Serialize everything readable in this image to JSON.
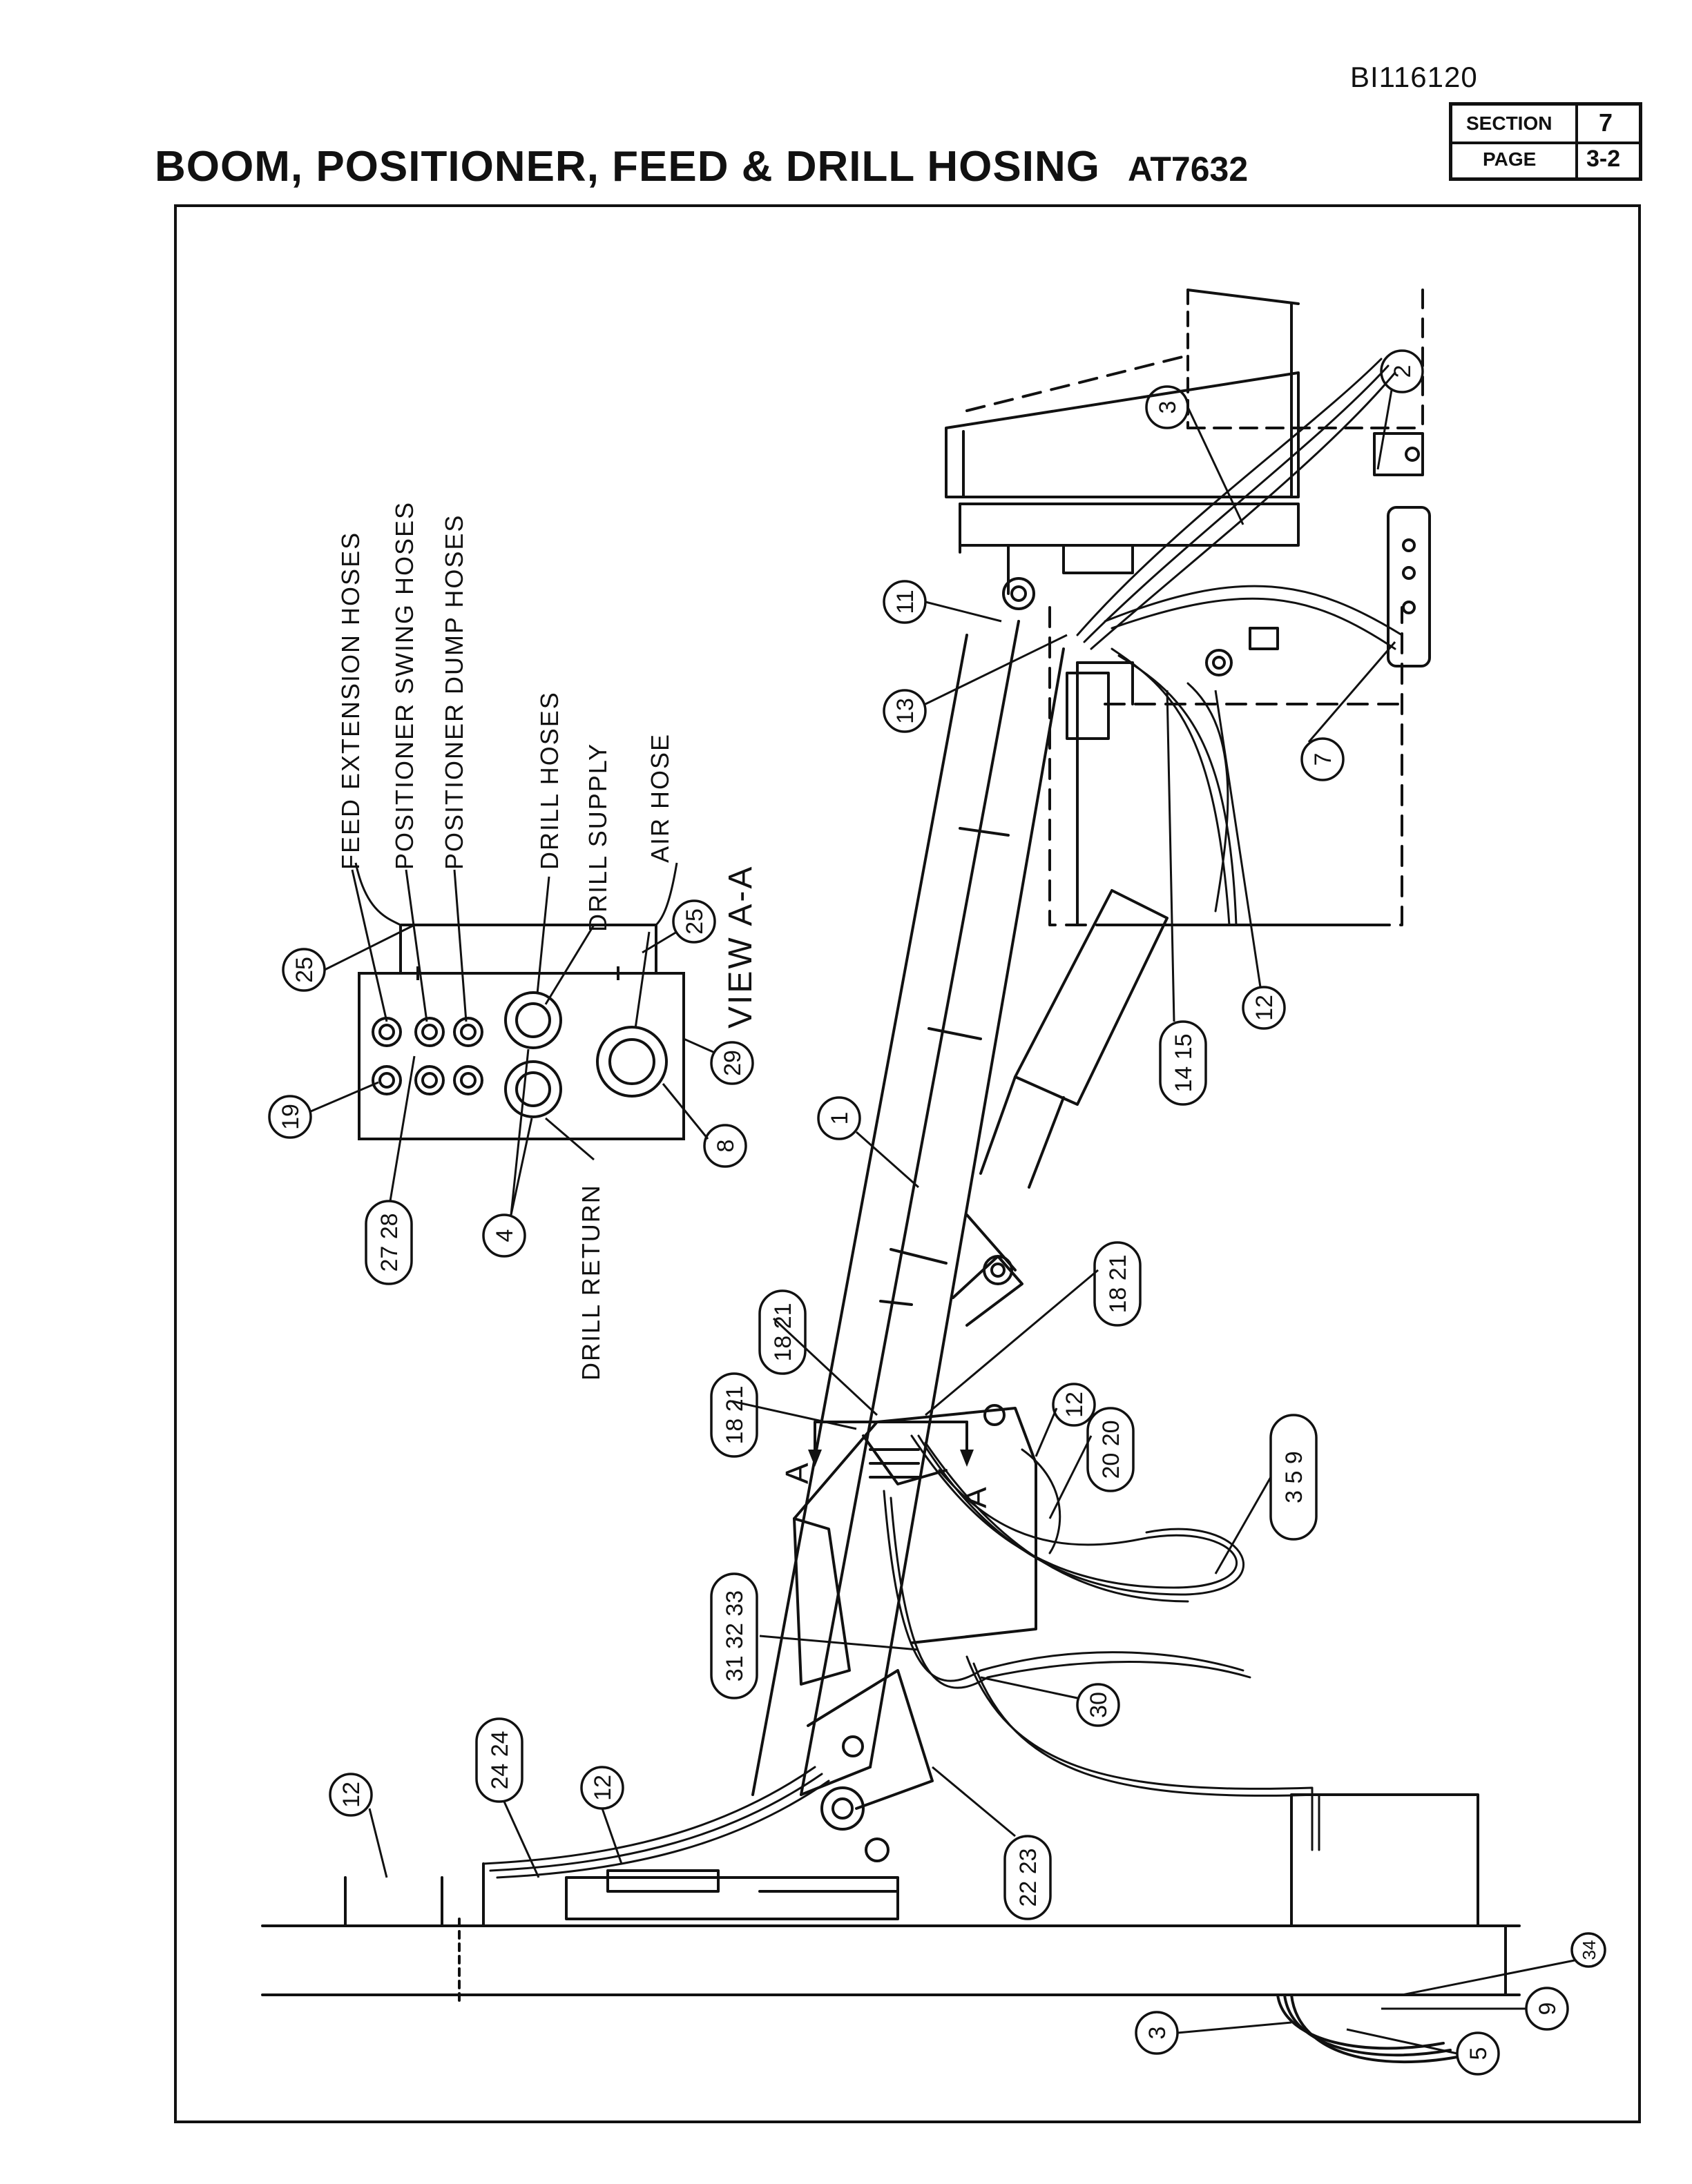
{
  "doc_id": "BI116120",
  "title": "BOOM, POSITIONER, FEED & DRILL HOSING",
  "part_number": "AT7632",
  "section_box": {
    "section_label": "SECTION",
    "section_value": "7",
    "page_label": "PAGE",
    "page_value": "3-2"
  },
  "view_label": "VIEW A-A",
  "section_marker": "A",
  "hose_labels": {
    "feed_extension": "FEED EXTENSION HOSES",
    "positioner_swing": "POSITIONER SWING HOSES",
    "positioner_dump": "POSITIONER DUMP HOSES",
    "drill_hoses": "DRILL HOSES",
    "drill_supply": "DRILL SUPPLY",
    "air_hose": "AIR HOSE",
    "drill_return": "DRILL RETURN"
  },
  "callouts": {
    "c2": "2",
    "c3a": "3",
    "c11": "11",
    "c13": "13",
    "c7": "7",
    "c12a": "12",
    "c14_15": "14 15",
    "c1": "1",
    "c18_21a": "18 21",
    "c18_21b": "18 21",
    "c18_21c": "18 21",
    "c12b": "12",
    "c20_20": "20 20",
    "c3_5_9": "3 5 9",
    "c31_33": "31 32 33",
    "c30": "30",
    "c22_23": "22 23",
    "c24": "24 24",
    "c12c": "12",
    "c12d": "12",
    "c34": "34",
    "c9": "9",
    "c5": "5",
    "c3b": "3",
    "c25a": "25",
    "c25b": "25",
    "c19": "19",
    "c27_28": "27 28",
    "c4": "4",
    "c8": "8",
    "c29": "29"
  }
}
